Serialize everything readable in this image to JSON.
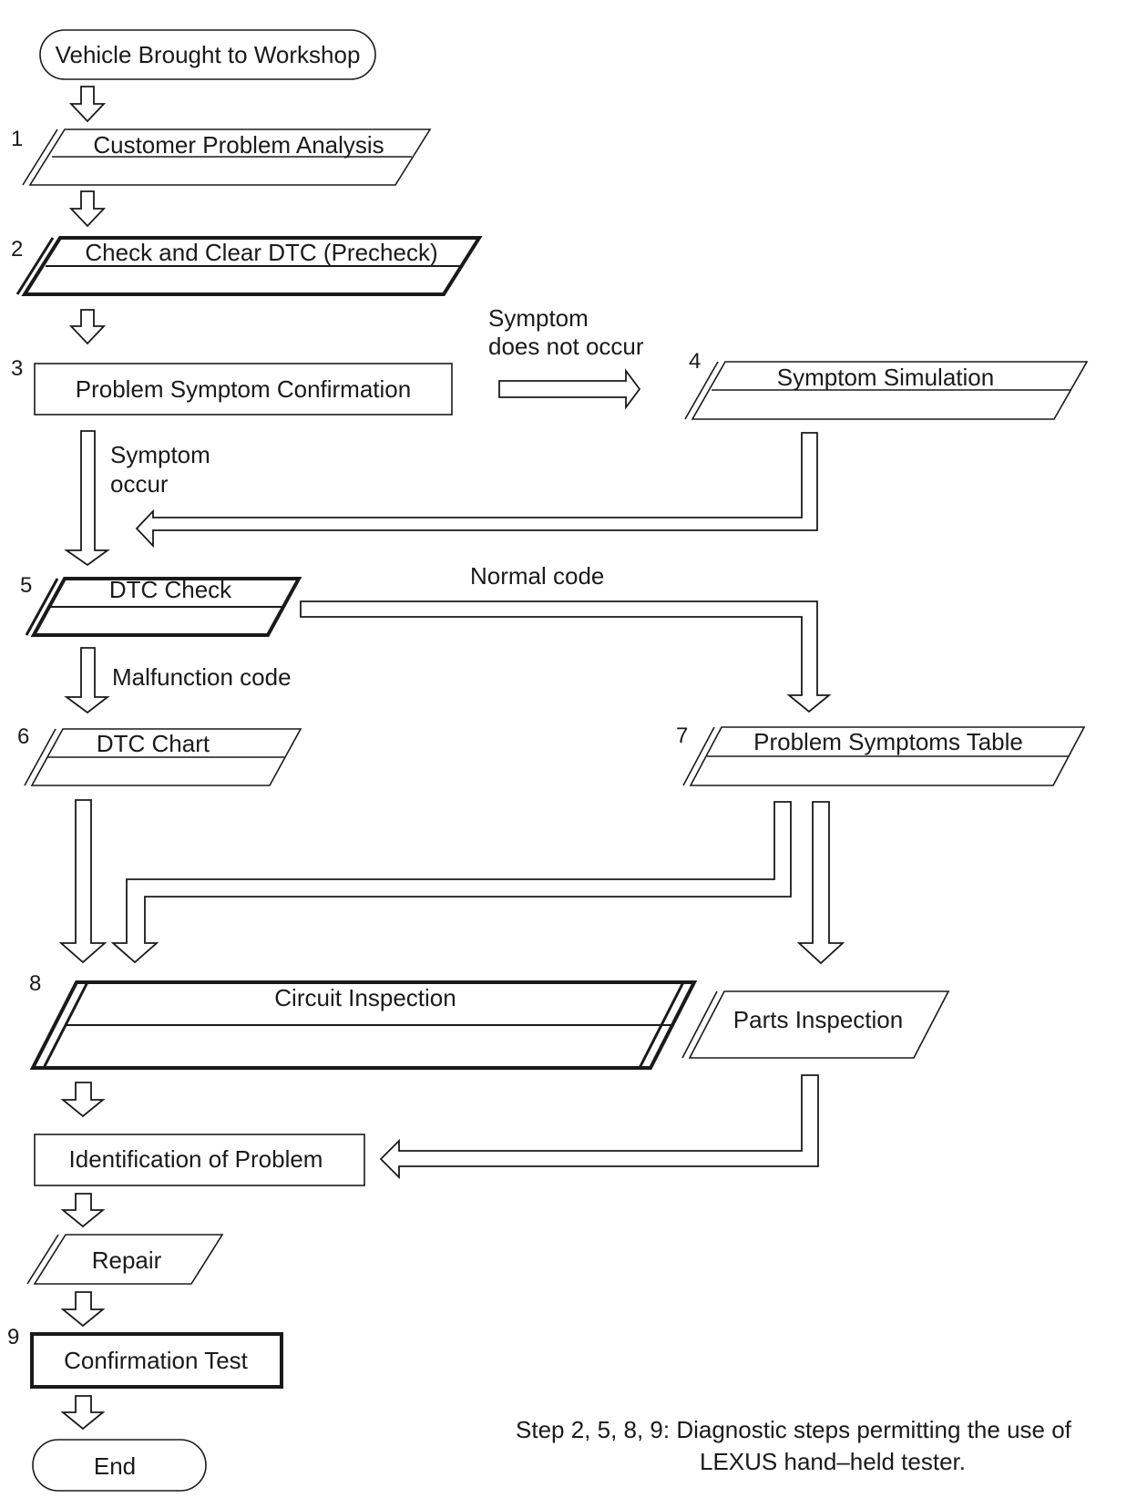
{
  "steps": {
    "start": {
      "label": "Vehicle Brought to Workshop"
    },
    "s1": {
      "number": "1",
      "label": "Customer Problem Analysis"
    },
    "s2": {
      "number": "2",
      "label": "Check and Clear DTC (Precheck)"
    },
    "s3": {
      "number": "3",
      "label": "Problem Symptom Confirmation"
    },
    "s4": {
      "number": "4",
      "label": "Symptom Simulation"
    },
    "s5": {
      "number": "5",
      "label": "DTC Check"
    },
    "s6": {
      "number": "6",
      "label": "DTC Chart"
    },
    "s7": {
      "number": "7",
      "label": "Problem Symptoms Table"
    },
    "s8": {
      "number": "8",
      "label": "Circuit Inspection"
    },
    "parts": {
      "label": "Parts Inspection"
    },
    "ident": {
      "label": "Identification of Problem"
    },
    "repair": {
      "label": "Repair"
    },
    "s9": {
      "number": "9",
      "label": "Confirmation Test"
    },
    "end": {
      "label": "End"
    }
  },
  "branches": {
    "not_occur_line1": "Symptom",
    "not_occur_line2": "does not occur",
    "occur_line1": "Symptom",
    "occur_line2": "occur",
    "normal_code": "Normal code",
    "malfunction_code": "Malfunction code"
  },
  "note": {
    "line1": "Step 2, 5, 8, 9: Diagnostic steps permitting the use of",
    "line2": "LEXUS hand–held tester."
  }
}
